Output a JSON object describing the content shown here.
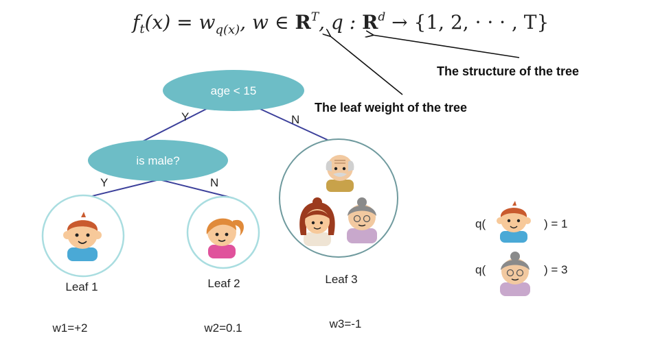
{
  "formula": {
    "lhs_f": "f",
    "lhs_sub": "t",
    "lhs_arg": "(x) = w",
    "lhs_w_sub": "q(x)",
    "mid": ",   w ∈ ",
    "R1": "R",
    "R1_sup": "T",
    "mid2": ", q : ",
    "R2": "R",
    "R2_sup": "d",
    "rhs": " → {1, 2, · · · , T}"
  },
  "annotations": {
    "structure": "The structure of the tree",
    "leaf_weight": "The leaf weight of the tree"
  },
  "tree": {
    "root_question": "age < 15",
    "root_yes": "Y",
    "root_no": "N",
    "child_question": "is male?",
    "child_yes": "Y",
    "child_no": "N"
  },
  "leaves": [
    {
      "label": "Leaf 1",
      "weight": "w1=+2"
    },
    {
      "label": "Leaf 2",
      "weight": "w2=0.1"
    },
    {
      "label": "Leaf 3",
      "weight": "w3=-1"
    }
  ],
  "examples": [
    {
      "prefix": "q(",
      "suffix": ") = 1"
    },
    {
      "prefix": "q(",
      "suffix": ") = 3"
    }
  ],
  "colors": {
    "node_fill": "#6dbdc6",
    "edge": "#3b3f9a",
    "leaf_ring": "#a9dde0",
    "leaf3_ring": "#6f9a9e",
    "text": "#222222"
  }
}
